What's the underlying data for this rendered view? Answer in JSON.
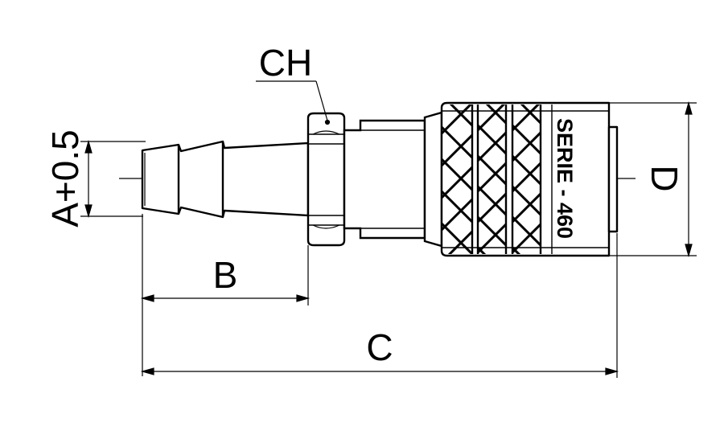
{
  "labels": {
    "tolerance": "A+0.5",
    "hex": "CH",
    "hose_length": "B",
    "total_length": "C",
    "diameter": "D",
    "marking": "SERIE - 460"
  }
}
